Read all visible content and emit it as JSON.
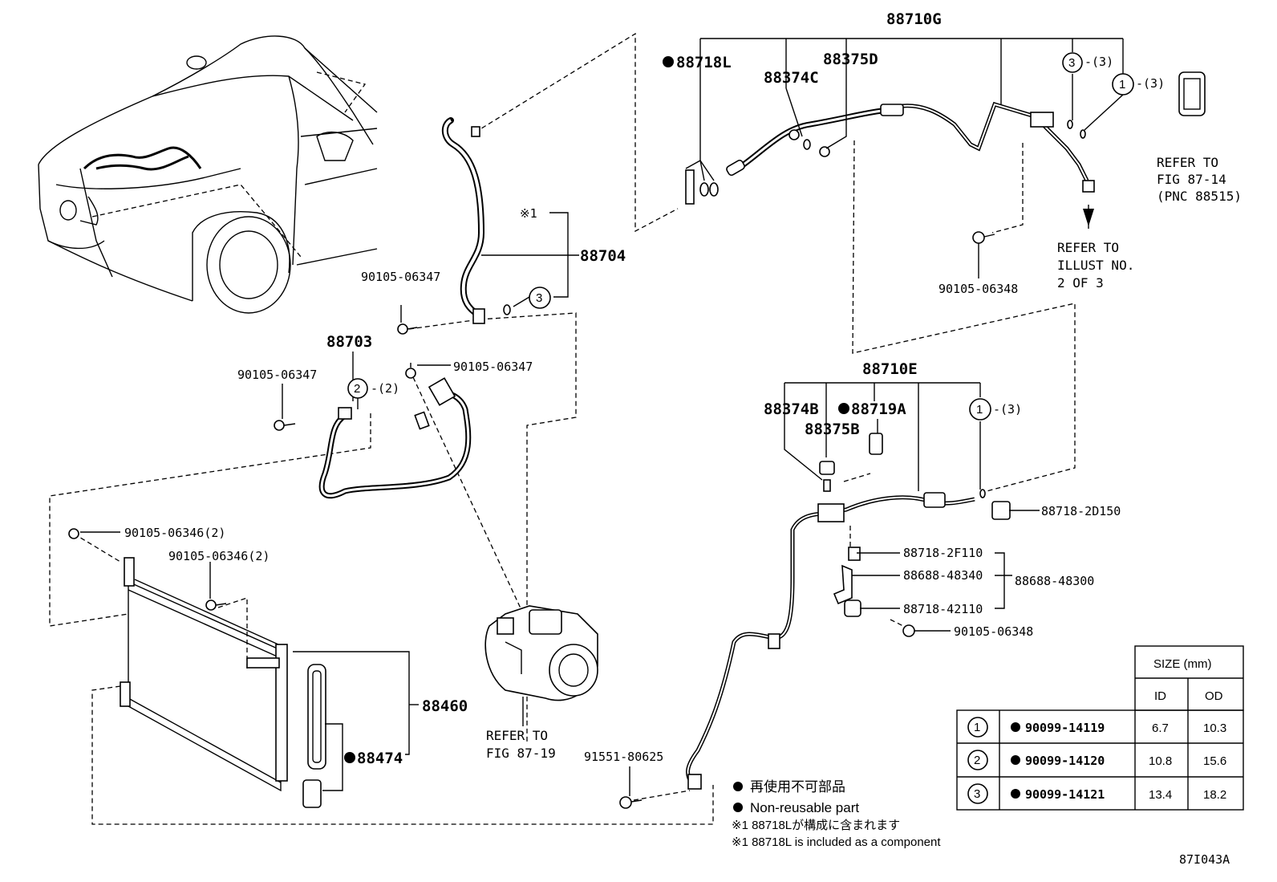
{
  "diagram_code": "87I043A",
  "labels": {
    "p88710G": "88710G",
    "p88718L": "88718L",
    "p88374C": "88374C",
    "p88375D": "88375D",
    "qty3_3": "-(3)",
    "qty1_3": "-(3)",
    "qty1_3b": "-(3)",
    "qty2_2": "-(2)",
    "c1": "1",
    "c2": "2",
    "c3": "3",
    "refer_87_14": [
      "REFER TO",
      "FIG 87-14",
      "(PNC 88515)"
    ],
    "refer_illust": [
      "REFER TO",
      "ILLUST NO.",
      "2 OF 3"
    ],
    "refer_87_19": [
      "REFER TO",
      "FIG 87-19"
    ],
    "p90105_06348a": "90105-06348",
    "p90105_06348b": "90105-06348",
    "p90105_06347a": "90105-06347",
    "p90105_06347b": "90105-06347",
    "p90105_06347c": "90105-06347",
    "note1": "※1",
    "p88704": "88704",
    "p88703": "88703",
    "p88710E": "88710E",
    "p88374B": "88374B",
    "p88375B": "88375B",
    "p88719A": "88719A",
    "p88718_2D150": "88718-2D150",
    "p88718_2F110": "88718-2F110",
    "p88688_48340": "88688-48340",
    "p88688_48300": "88688-48300",
    "p88718_42110": "88718-42110",
    "p90105_06346a": "90105-06346(2)",
    "p90105_06346b": "90105-06346(2)",
    "p88460": "88460",
    "p88474": "88474",
    "p91551_80625": "91551-80625"
  },
  "legend": {
    "jp_nonreusable": "再使用不可部品",
    "en_nonreusable": "Non-reusable part",
    "jp_component": "※1 88718Lが構成に含まれます",
    "en_component": "※1 88718L is included as a component"
  },
  "size_table": {
    "title": "SIZE (mm)",
    "col_id": "ID",
    "col_od": "OD",
    "rows": [
      {
        "num": "1",
        "part": "90099-14119",
        "id": "6.7",
        "od": "10.3"
      },
      {
        "num": "2",
        "part": "90099-14120",
        "id": "10.8",
        "od": "15.6"
      },
      {
        "num": "3",
        "part": "90099-14121",
        "id": "13.4",
        "od": "18.2"
      }
    ]
  }
}
